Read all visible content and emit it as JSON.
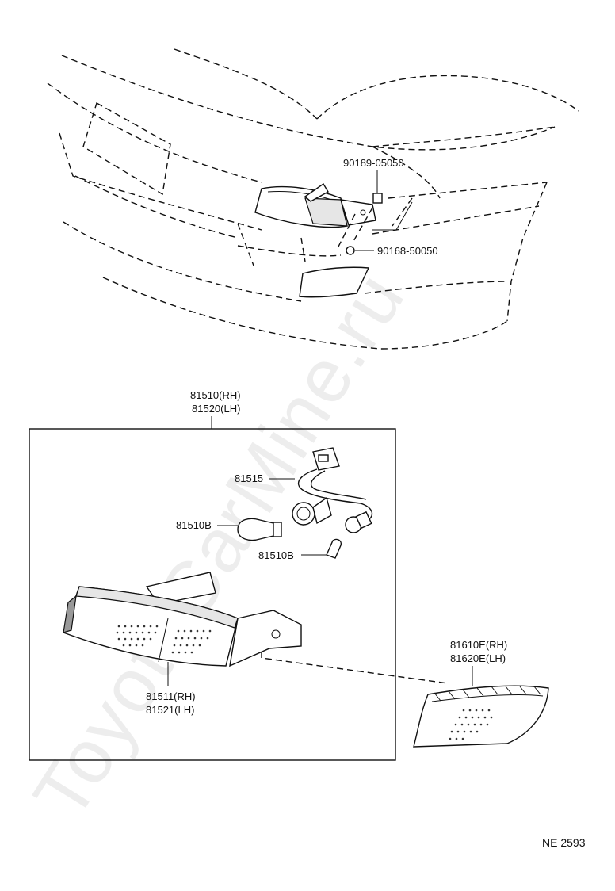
{
  "labels": {
    "p90189": "90189-05050",
    "p90168": "90168-50050",
    "p81510": "81510(RH)",
    "p81520": "81520(LH)",
    "p81515": "81515",
    "p81510b_1": "81510B",
    "p81510b_2": "81510B",
    "p81511": "81511(RH)",
    "p81521": "81521(LH)",
    "p81610e": "81610E(RH)",
    "p81620e": "81620E(LH)"
  },
  "diagram_code": "NE  2593",
  "watermark": "ToyotaCarMine.ru"
}
